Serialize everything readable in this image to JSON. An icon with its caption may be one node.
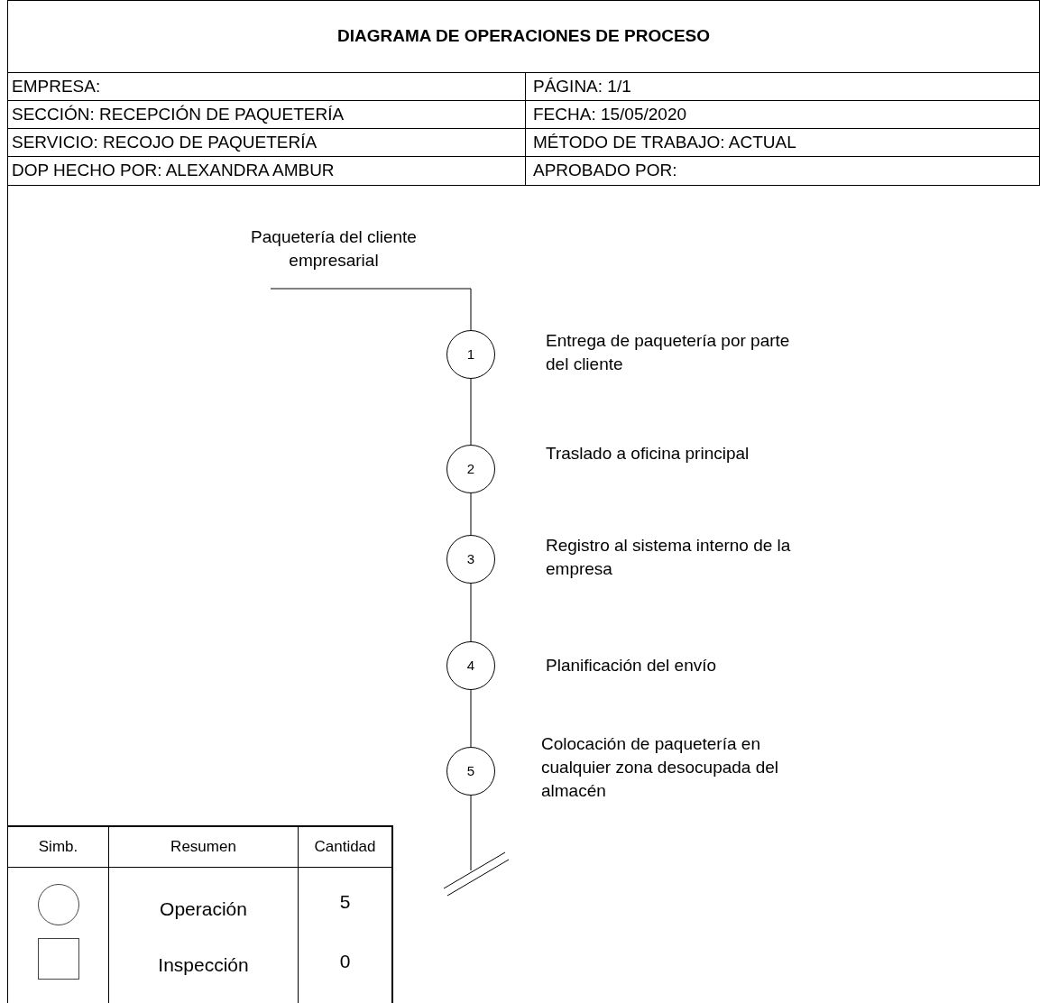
{
  "diagram": {
    "title": "DIAGRAMA DE OPERACIONES DE PROCESO",
    "nodes": [
      {
        "text": [
          "Paquetería del cliente empresarial"
        ]
      },
      {
        "text": [
          "1"
        ],
        "beside": [
          "Entrega de paquetería por parte del cliente"
        ]
      },
      {
        "text": [
          "2"
        ],
        "beside": [
          "Traslado a oficina principal"
        ]
      },
      {
        "text": [
          "3"
        ],
        "beside": [
          "Registro al sistema interno de la empresa"
        ]
      },
      {
        "text": [
          "4"
        ],
        "beside": [
          "Planificación del envío"
        ]
      },
      {
        "text": [
          "5"
        ],
        "beside": [
          "Colocación de paquetería en cualquier zona desocupada del almacén"
        ]
      }
    ],
    "edges": [
      {
        "from": 0,
        "to": 1,
        "arrow": "none"
      },
      {
        "from": 1,
        "to": 2,
        "arrow": "none"
      },
      {
        "from": 2,
        "to": 3,
        "arrow": "none"
      },
      {
        "from": 3,
        "to": 4,
        "arrow": "none"
      },
      {
        "from": 4,
        "to": 5,
        "arrow": "none"
      },
      {
        "from": 5,
        "to": null,
        "arrow": "none"
      }
    ],
    "labels": [
      "EMPRESA:",
      "PÁGINA: 1/1",
      "SECCIÓN: RECEPCIÓN DE PAQUETERÍA",
      "FECHA: 15/05/2020",
      "SERVICIO: RECOJO DE PAQUETERÍA",
      "MÉTODO DE TRABAJO: ACTUAL",
      "DOP HECHO POR: ALEXANDRA AMBUR",
      "APROBADO POR:",
      "Simb.",
      "Resumen",
      "Cantidad",
      "Operación",
      "5",
      "Inspección",
      "0"
    ]
  }
}
